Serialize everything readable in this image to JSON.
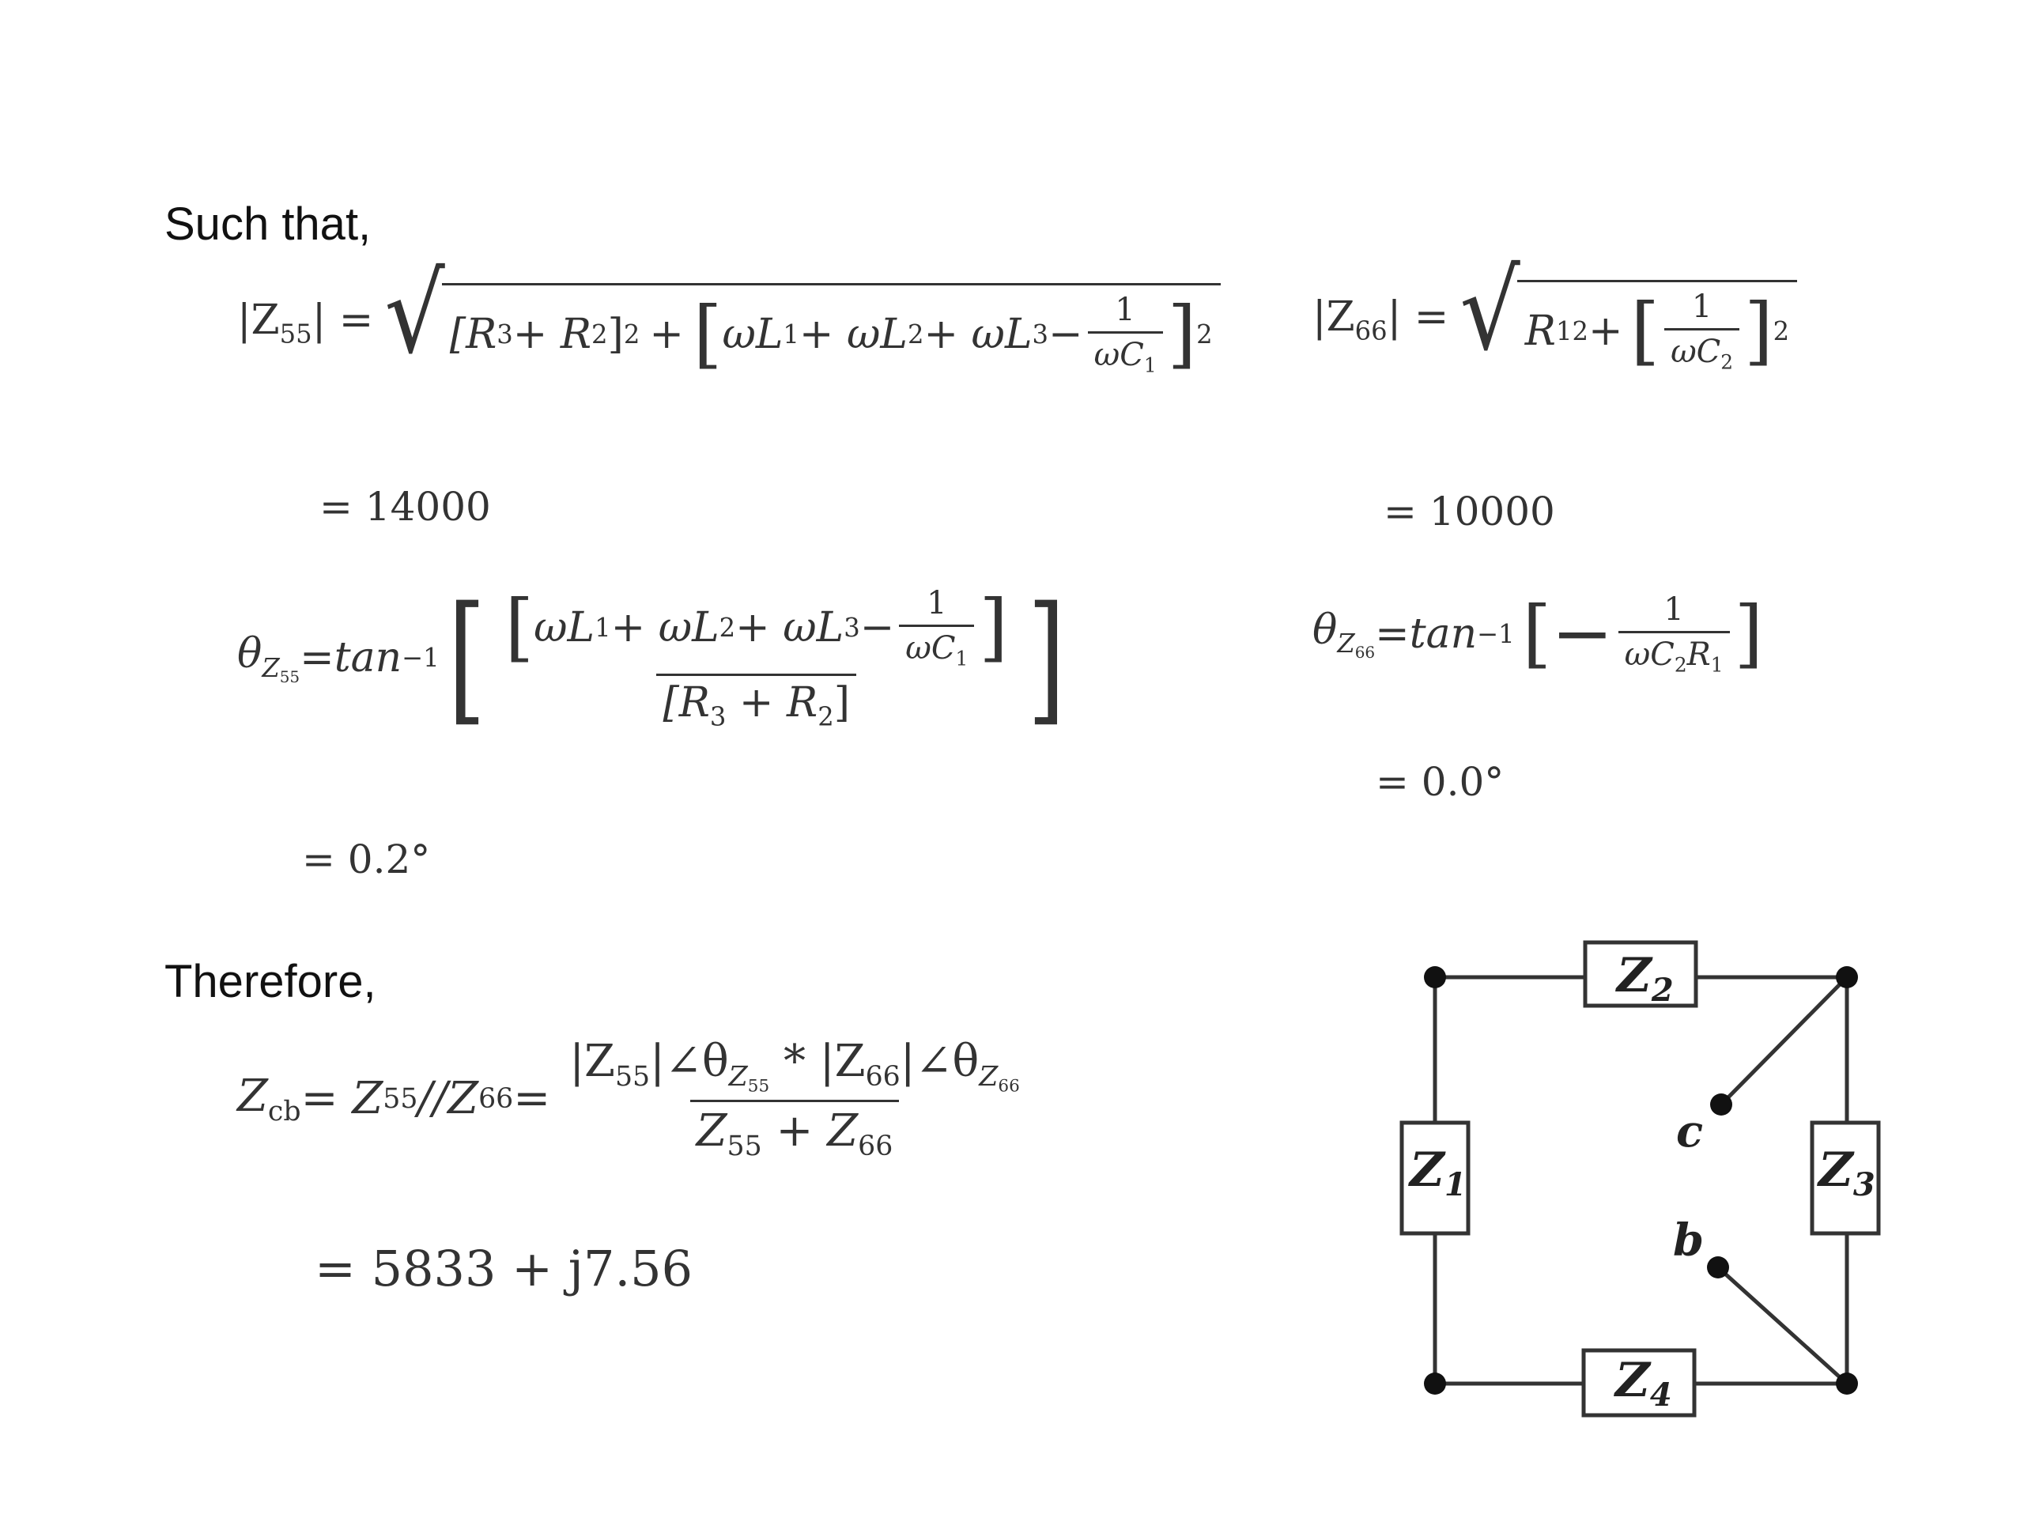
{
  "headings": {
    "such_that": "Such that,",
    "therefore": "Therefore,"
  },
  "z55_magnitude": {
    "lhs": "|Z",
    "lhs_sub": "55",
    "lhs_end": "| =",
    "term1": "[R",
    "term1_sub_a": "3",
    "term1_mid": " + R",
    "term1_sub_b": "2",
    "term1_end": "]",
    "term1_sup": "2",
    "plus": "+",
    "bracket_open": "[",
    "inner": "ωL",
    "inner_sub1": "1",
    "inner2": " + ωL",
    "inner_sub2": "2",
    "inner3": " + ωL",
    "inner_sub3": "3",
    "minus": " −",
    "frac_num": "1",
    "frac_den": "ωC",
    "frac_den_sub": "1",
    "bracket_close": "]",
    "outer_sup": "2",
    "result": "= 14000"
  },
  "z66_magnitude": {
    "lhs": "|Z",
    "lhs_sub": "66",
    "lhs_end": "| =",
    "r": "R",
    "r_sub": "1",
    "r_sup": "2",
    "plus": " +",
    "bracket_open": "[",
    "frac_num": "1",
    "frac_den": "ωC",
    "frac_den_sub": "2",
    "bracket_close": "]",
    "outer_sup": "2",
    "result": "= 10000"
  },
  "theta_z55": {
    "theta": "θ",
    "theta_sub": "Z",
    "theta_subsub": "55",
    "eq": " = ",
    "func": "tan",
    "func_sup": "−1",
    "num_open": "[",
    "num": "ωL",
    "num_sub1": "1",
    "num2": " + ωL",
    "num_sub2": "2",
    "num3": " + ωL",
    "num_sub3": "3",
    "num_minus": " −",
    "inner_frac_num": "1",
    "inner_frac_den": "ωC",
    "inner_frac_den_sub": "1",
    "num_close": "]",
    "den": "[R",
    "den_sub1": "3",
    "den_mid": " + R",
    "den_sub2": "2",
    "den_close": "]",
    "result": "= 0.2°"
  },
  "theta_z66": {
    "theta": "θ",
    "theta_sub": "Z",
    "theta_subsub": "66",
    "eq": " = ",
    "func": "tan",
    "func_sup": "−1",
    "open": "[−",
    "frac_num": "1",
    "frac_den": "ωC",
    "frac_den_sub1": "2",
    "frac_den2": "R",
    "frac_den_sub2": "1",
    "close": "]",
    "result": "= 0.0°"
  },
  "zcb": {
    "lhs": "Z",
    "lhs_sub": "cb",
    "eq1": " = Z",
    "sub55": "55",
    "par": "//Z",
    "sub66": "66",
    "eq2": " =",
    "num_a": "|Z",
    "num_a_sub": "55",
    "num_b": "|∠θ",
    "num_b_sub": "Z",
    "num_b_subsub": "55",
    "num_star": " * |Z",
    "num_c_sub": "66",
    "num_d": "|∠θ",
    "num_d_sub": "Z",
    "num_d_subsub": "66",
    "den_a": "Z",
    "den_a_sub": "55",
    "den_plus": " + Z",
    "den_b_sub": "66",
    "result": "= 5833 + j7.56"
  },
  "circuit": {
    "labels": {
      "z1": "Z",
      "z1_sub": "1",
      "z2": "Z",
      "z2_sub": "2",
      "z3": "Z",
      "z3_sub": "3",
      "z4": "Z",
      "z4_sub": "4",
      "c": "c",
      "b": "b"
    }
  }
}
